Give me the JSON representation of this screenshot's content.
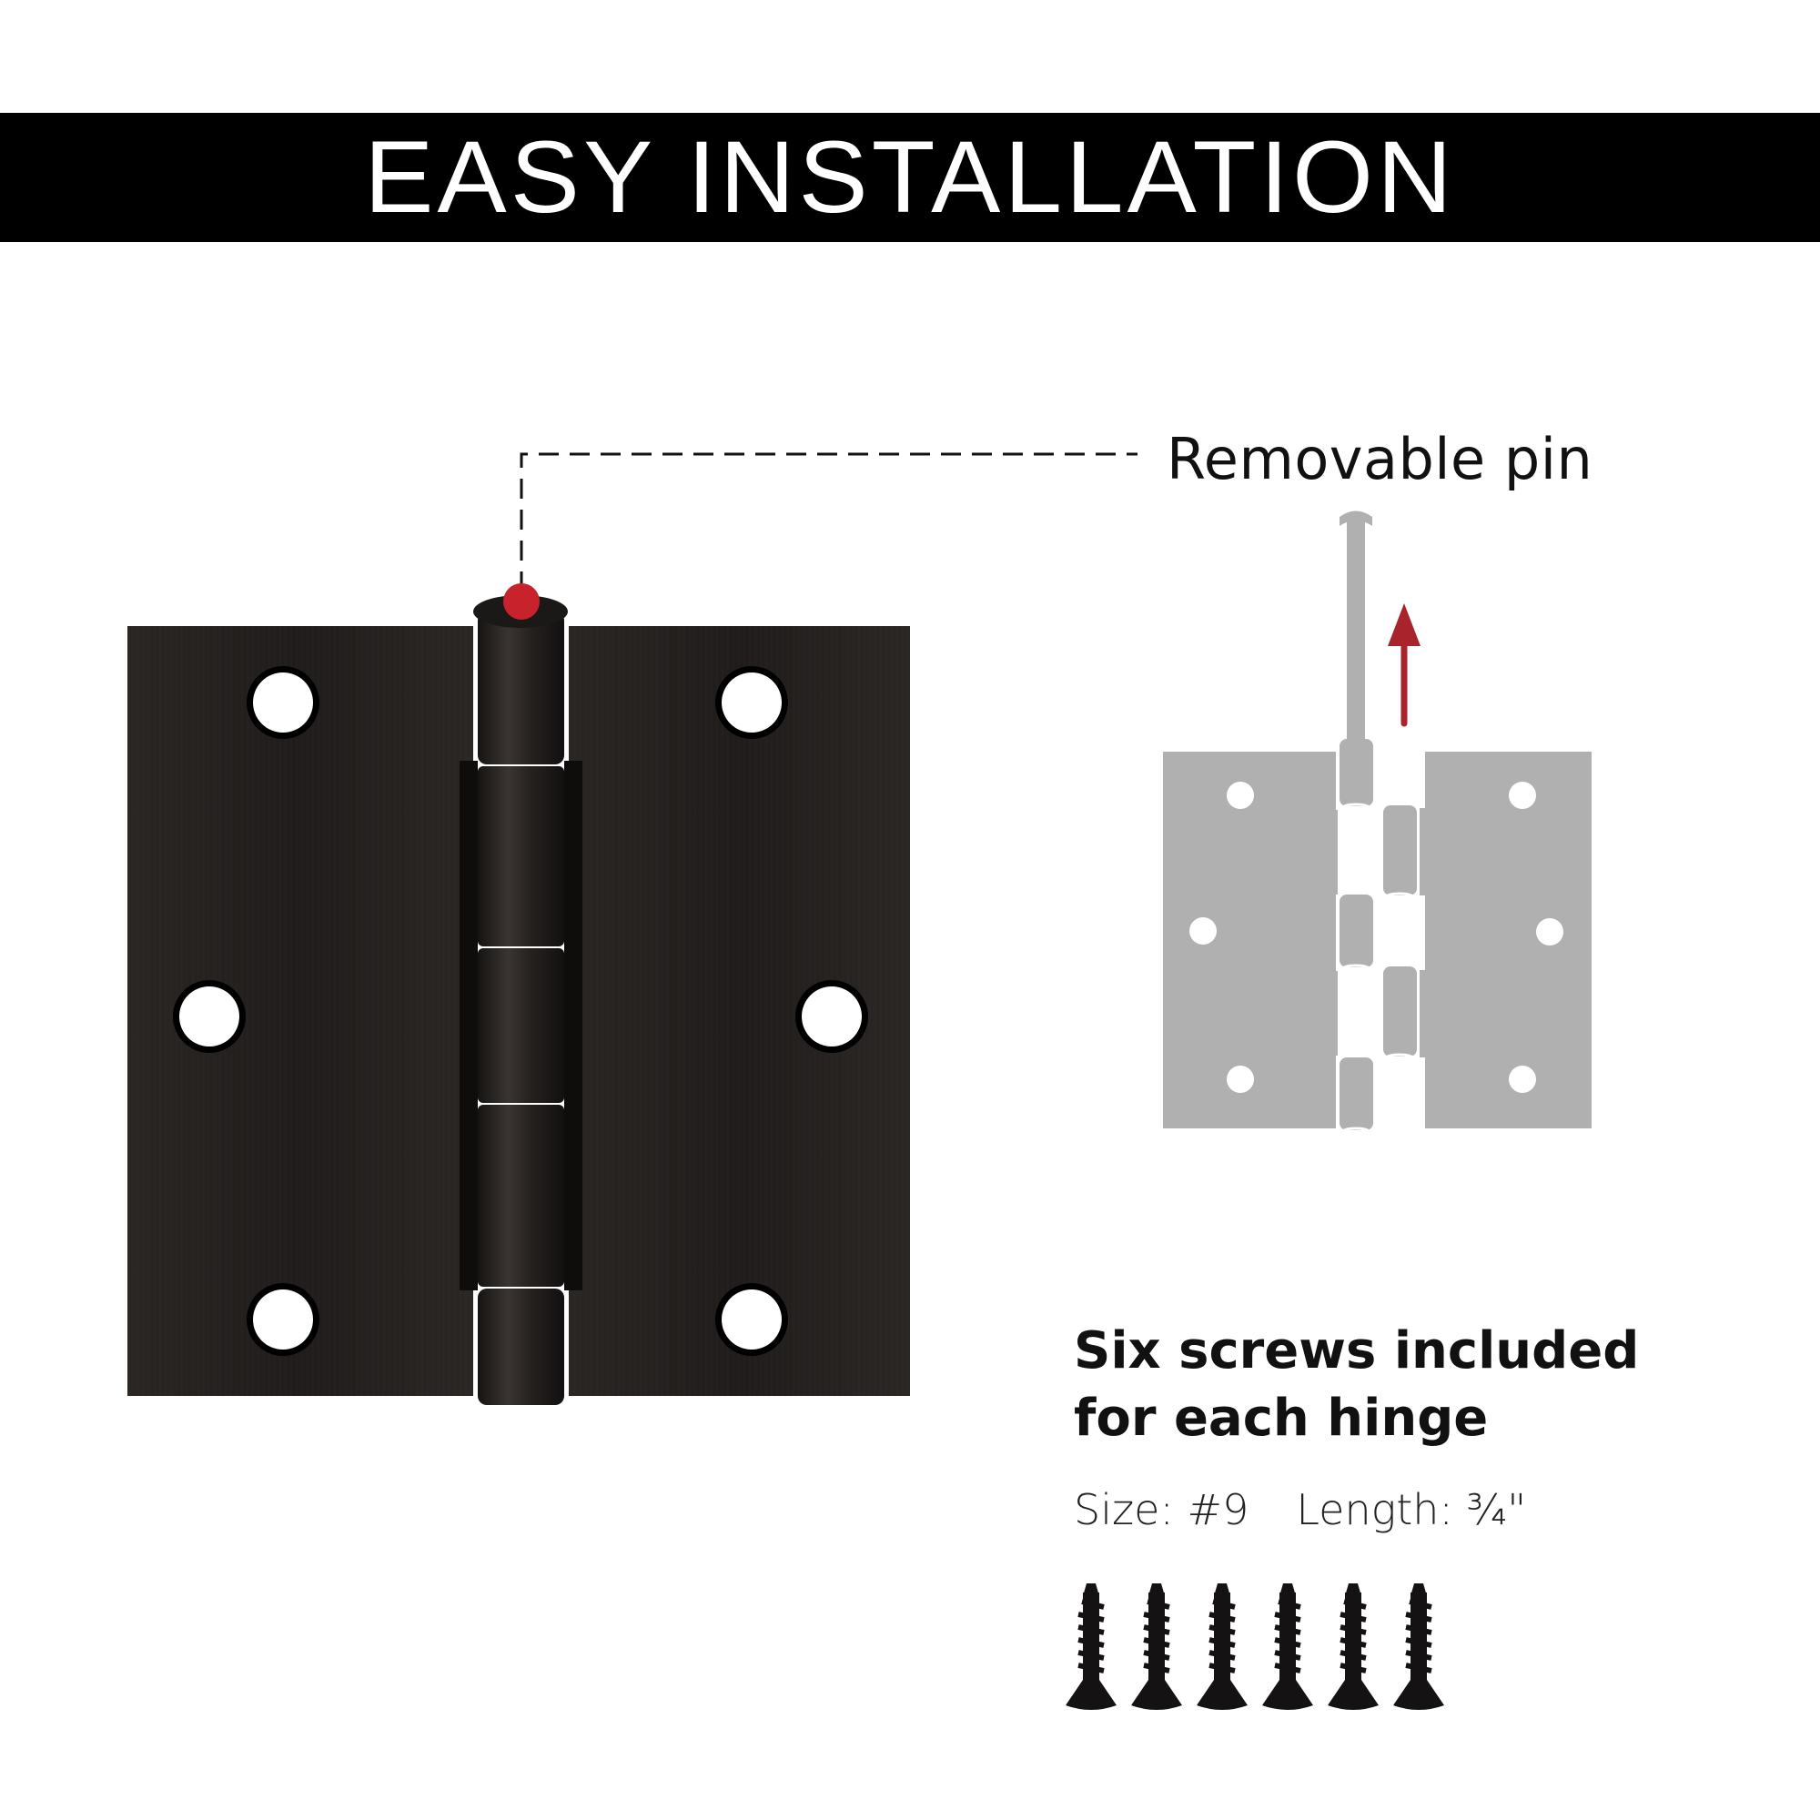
{
  "banner": {
    "title": "EASY INSTALLATION",
    "background": "#000000",
    "text_color": "#ffffff"
  },
  "callout": {
    "label": "Removable pin",
    "dot_color": "#c8232c",
    "line_style": "dashed"
  },
  "hinge_photo": {
    "finish": "dark oil-rubbed bronze",
    "knuckles": 5,
    "holes_per_leaf": 3
  },
  "diagram": {
    "fill": "#b0b0b0",
    "arrow_color": "#a8232b",
    "arrow_direction": "up"
  },
  "screws": {
    "title_line1": "Six screws included",
    "title_line2": "for each hinge",
    "size_label": "Size: #9",
    "length_label": "Length: ¾\"",
    "count": 6
  }
}
